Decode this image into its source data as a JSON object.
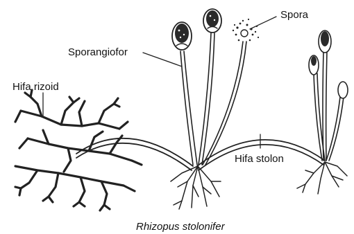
{
  "labels": {
    "spora": "Spora",
    "sporangiofor": "Sporangiofor",
    "hifa_rizoid": "Hifa rizoid",
    "hifa_stolon": "Hifa stolon"
  },
  "caption": "Rhizopus stolonifer"
}
